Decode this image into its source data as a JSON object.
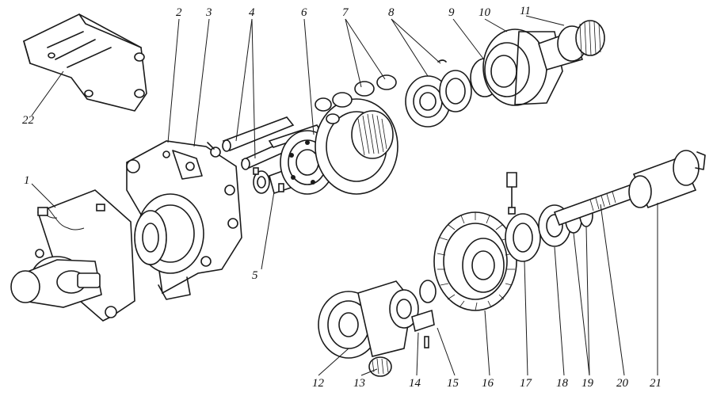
{
  "figure": {
    "type": "exploded-assembly-drawing",
    "ink_color": "#1a1a1a",
    "background": "#ffffff",
    "callouts": [
      "1",
      "2",
      "3",
      "4",
      "5",
      "6",
      "7",
      "8",
      "9",
      "10",
      "11",
      "12",
      "13",
      "14",
      "15",
      "16",
      "17",
      "18",
      "19",
      "20",
      "21",
      "22"
    ]
  }
}
